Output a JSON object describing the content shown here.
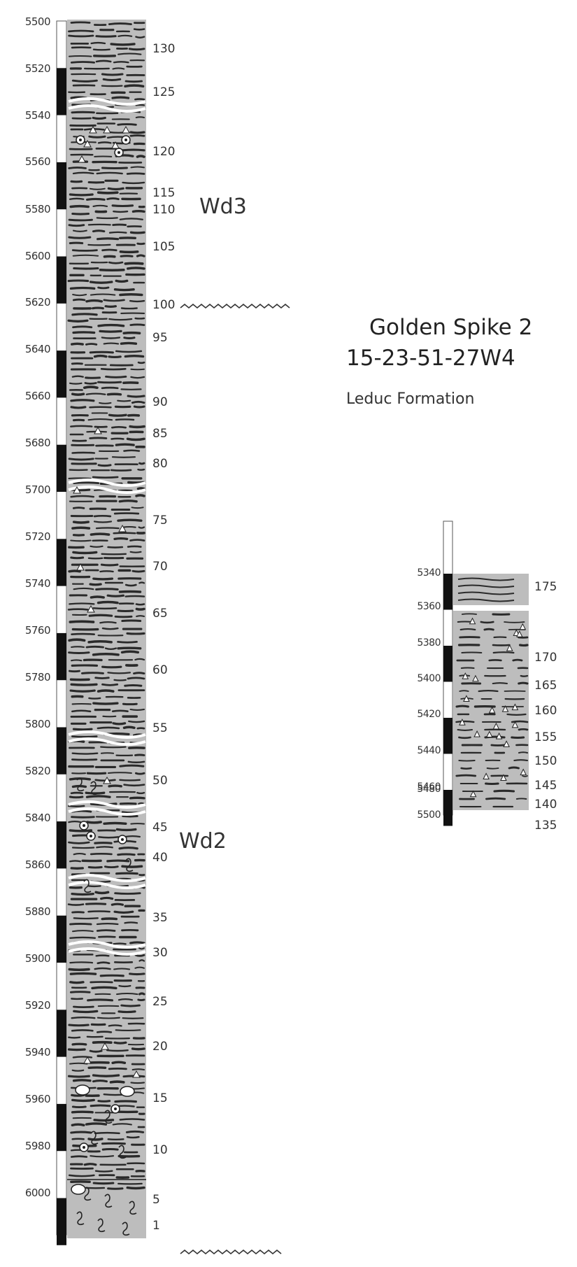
{
  "title": {
    "well_name": "Golden Spike 2",
    "location": "15-23-51-27W4",
    "formation": "Leduc Formation"
  },
  "main_log": {
    "depths": [
      "5500",
      "5520",
      "5540",
      "5560",
      "5580",
      "5600",
      "5620",
      "5640",
      "5660",
      "5680",
      "5700",
      "5720",
      "5740",
      "5760",
      "5780",
      "5800",
      "5820",
      "5840",
      "5860",
      "5880",
      "5900",
      "5920",
      "5940",
      "5960",
      "5980",
      "6000"
    ],
    "samples": [
      "130",
      "125",
      "120",
      "115",
      "110",
      "105",
      "100",
      "95",
      "90",
      "85",
      "80",
      "75",
      "70",
      "65",
      "60",
      "55",
      "50",
      "45",
      "40",
      "35",
      "30",
      "25",
      "20",
      "15",
      "10",
      "5",
      "1"
    ],
    "zones": [
      "Wd3",
      "Wd2"
    ]
  },
  "upper_log": {
    "depths": [
      "5340",
      "5360",
      "5380",
      "5400",
      "5420",
      "5440",
      "5460",
      "5480",
      "5500"
    ],
    "samples": [
      "175",
      "170",
      "165",
      "160",
      "155",
      "150",
      "145",
      "140",
      "135"
    ]
  },
  "colors": {
    "core_fill": "#bdbdbd",
    "depth_bar": "#111111",
    "unconformity": "#333333"
  }
}
